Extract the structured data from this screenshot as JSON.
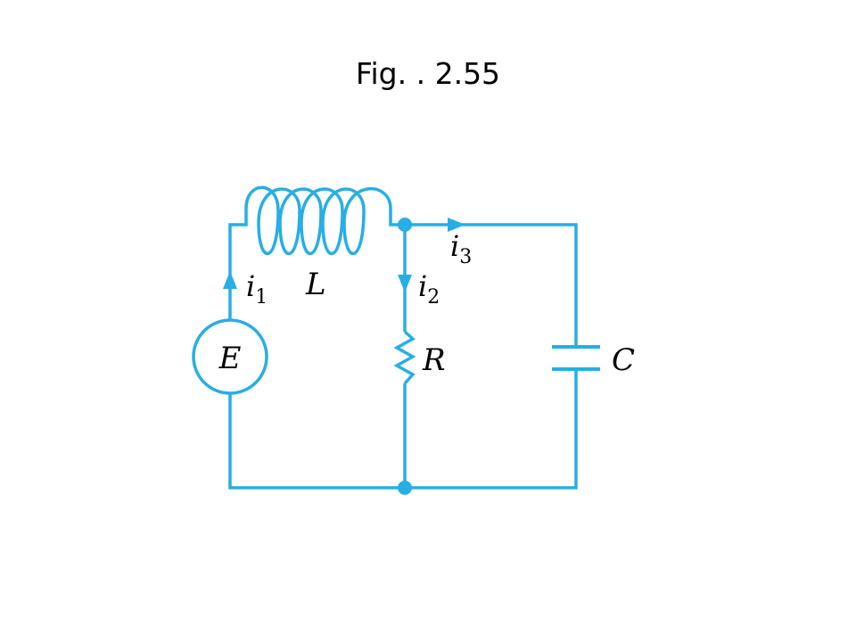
{
  "figure": {
    "title": "Fig. .  2.55"
  },
  "circuit": {
    "color": "#27aee4",
    "labels": {
      "source": "E",
      "inductor": "L",
      "resistor": "R",
      "capacitor": "C"
    },
    "currents": [
      {
        "symbol": "i",
        "subscript": "1"
      },
      {
        "symbol": "i",
        "subscript": "2"
      },
      {
        "symbol": "i",
        "subscript": "3"
      }
    ]
  }
}
